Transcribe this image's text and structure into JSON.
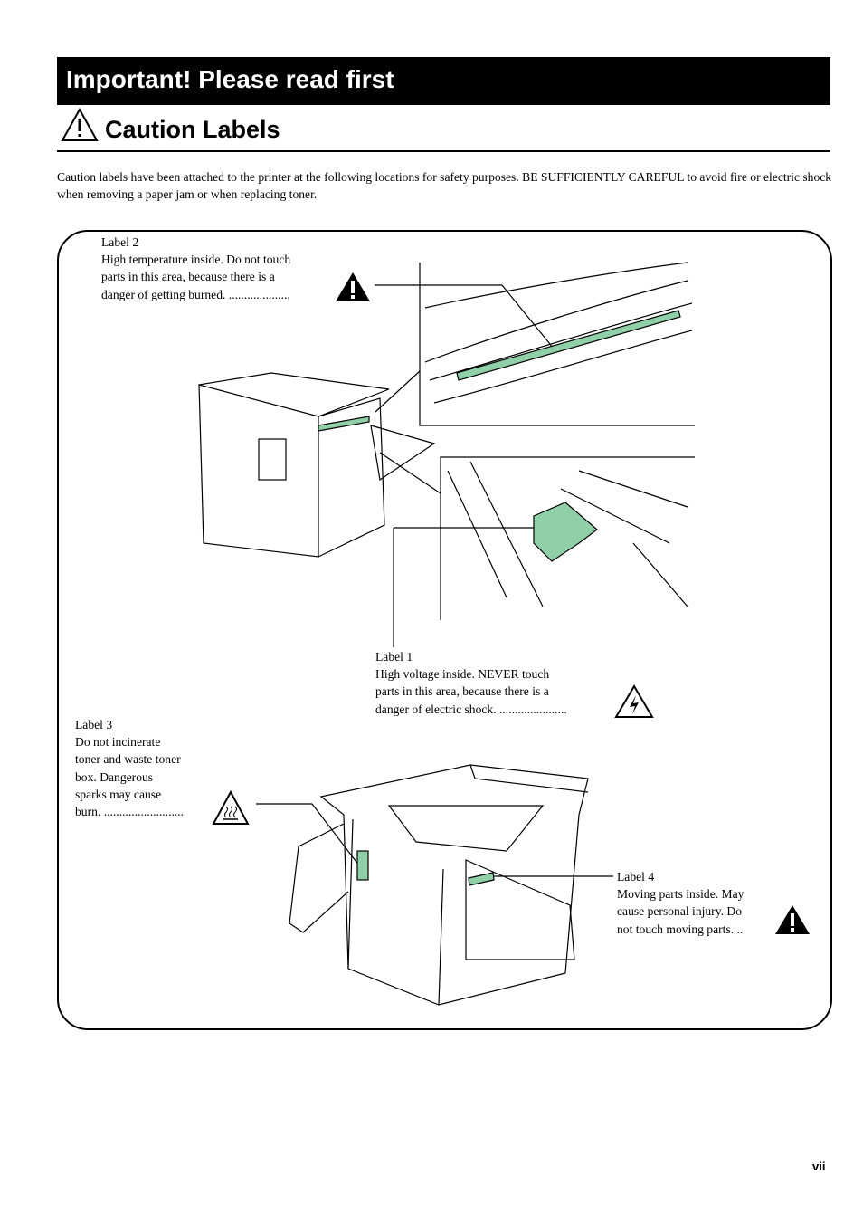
{
  "header": {
    "banner": "Important! Please read first",
    "title": "Caution Labels"
  },
  "intro": "Caution labels have been attached to the printer at the following locations for safety purposes. BE SUFFICIENTLY CAREFUL to avoid fire or electric shock when removing a paper jam or when replacing toner.",
  "labels": [
    {
      "title": "Label 2",
      "text": "High temperature inside. Do not touch\nparts in this area, because there is a\ndanger of getting burned. ....................",
      "icon": "warning-exclamation-icon"
    },
    {
      "title": "Label 1",
      "text": "High voltage inside. NEVER touch\nparts in this area, because there is a\ndanger of electric shock. ......................",
      "icon": "electric-shock-icon"
    },
    {
      "title": "Label 3",
      "text": "Do not incinerate\ntoner and waste toner\nbox. Dangerous\nsparks may cause\nburn. ..........................",
      "icon": "hot-surface-icon"
    },
    {
      "title": "Label 4",
      "text": "Moving parts inside. May\ncause personal injury. Do\nnot touch moving parts. ..",
      "icon": "warning-exclamation-icon"
    }
  ],
  "page_number": "vii",
  "colors": {
    "label_highlight": "#8fd0a8"
  }
}
